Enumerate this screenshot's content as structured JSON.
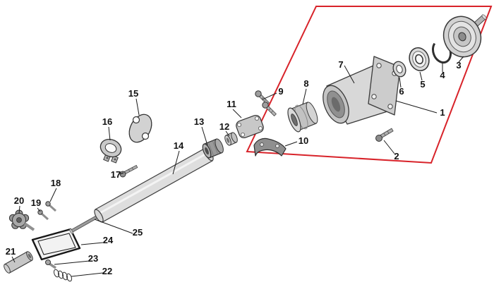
{
  "colors": {
    "highlight_box": "#d8232a",
    "outline": "#3a3a3a",
    "leader": "#1a1a1a",
    "background": "#ffffff"
  },
  "diagram": {
    "type": "exploded-parts-diagram",
    "parts": [
      {
        "number": "1",
        "shape": "clutch-housing-assembly"
      },
      {
        "number": "2",
        "shape": "bolt"
      },
      {
        "number": "3",
        "shape": "drum-pulley"
      },
      {
        "number": "4",
        "shape": "snap-ring"
      },
      {
        "number": "5",
        "shape": "bearing"
      },
      {
        "number": "6",
        "shape": "washer"
      },
      {
        "number": "7",
        "shape": "housing-cone"
      },
      {
        "number": "8",
        "shape": "collar"
      },
      {
        "number": "9",
        "shape": "bolt-pair"
      },
      {
        "number": "10",
        "shape": "clamp-half-lower"
      },
      {
        "number": "11",
        "shape": "clamp-half-upper"
      },
      {
        "number": "12",
        "shape": "bushing-small"
      },
      {
        "number": "13",
        "shape": "bushing"
      },
      {
        "number": "14",
        "shape": "outer-shaft-tube"
      },
      {
        "number": "15",
        "shape": "handle-bracket"
      },
      {
        "number": "16",
        "shape": "clamp-ring"
      },
      {
        "number": "17",
        "shape": "screw"
      },
      {
        "number": "18",
        "shape": "screw"
      },
      {
        "number": "19",
        "shape": "screw"
      },
      {
        "number": "20",
        "shape": "star-knob"
      },
      {
        "number": "21",
        "shape": "grip"
      },
      {
        "number": "22",
        "shape": "spring"
      },
      {
        "number": "23",
        "shape": "screw"
      },
      {
        "number": "24",
        "shape": "housing-frame"
      },
      {
        "number": "25",
        "shape": "inner-drive-shaft"
      }
    ]
  }
}
